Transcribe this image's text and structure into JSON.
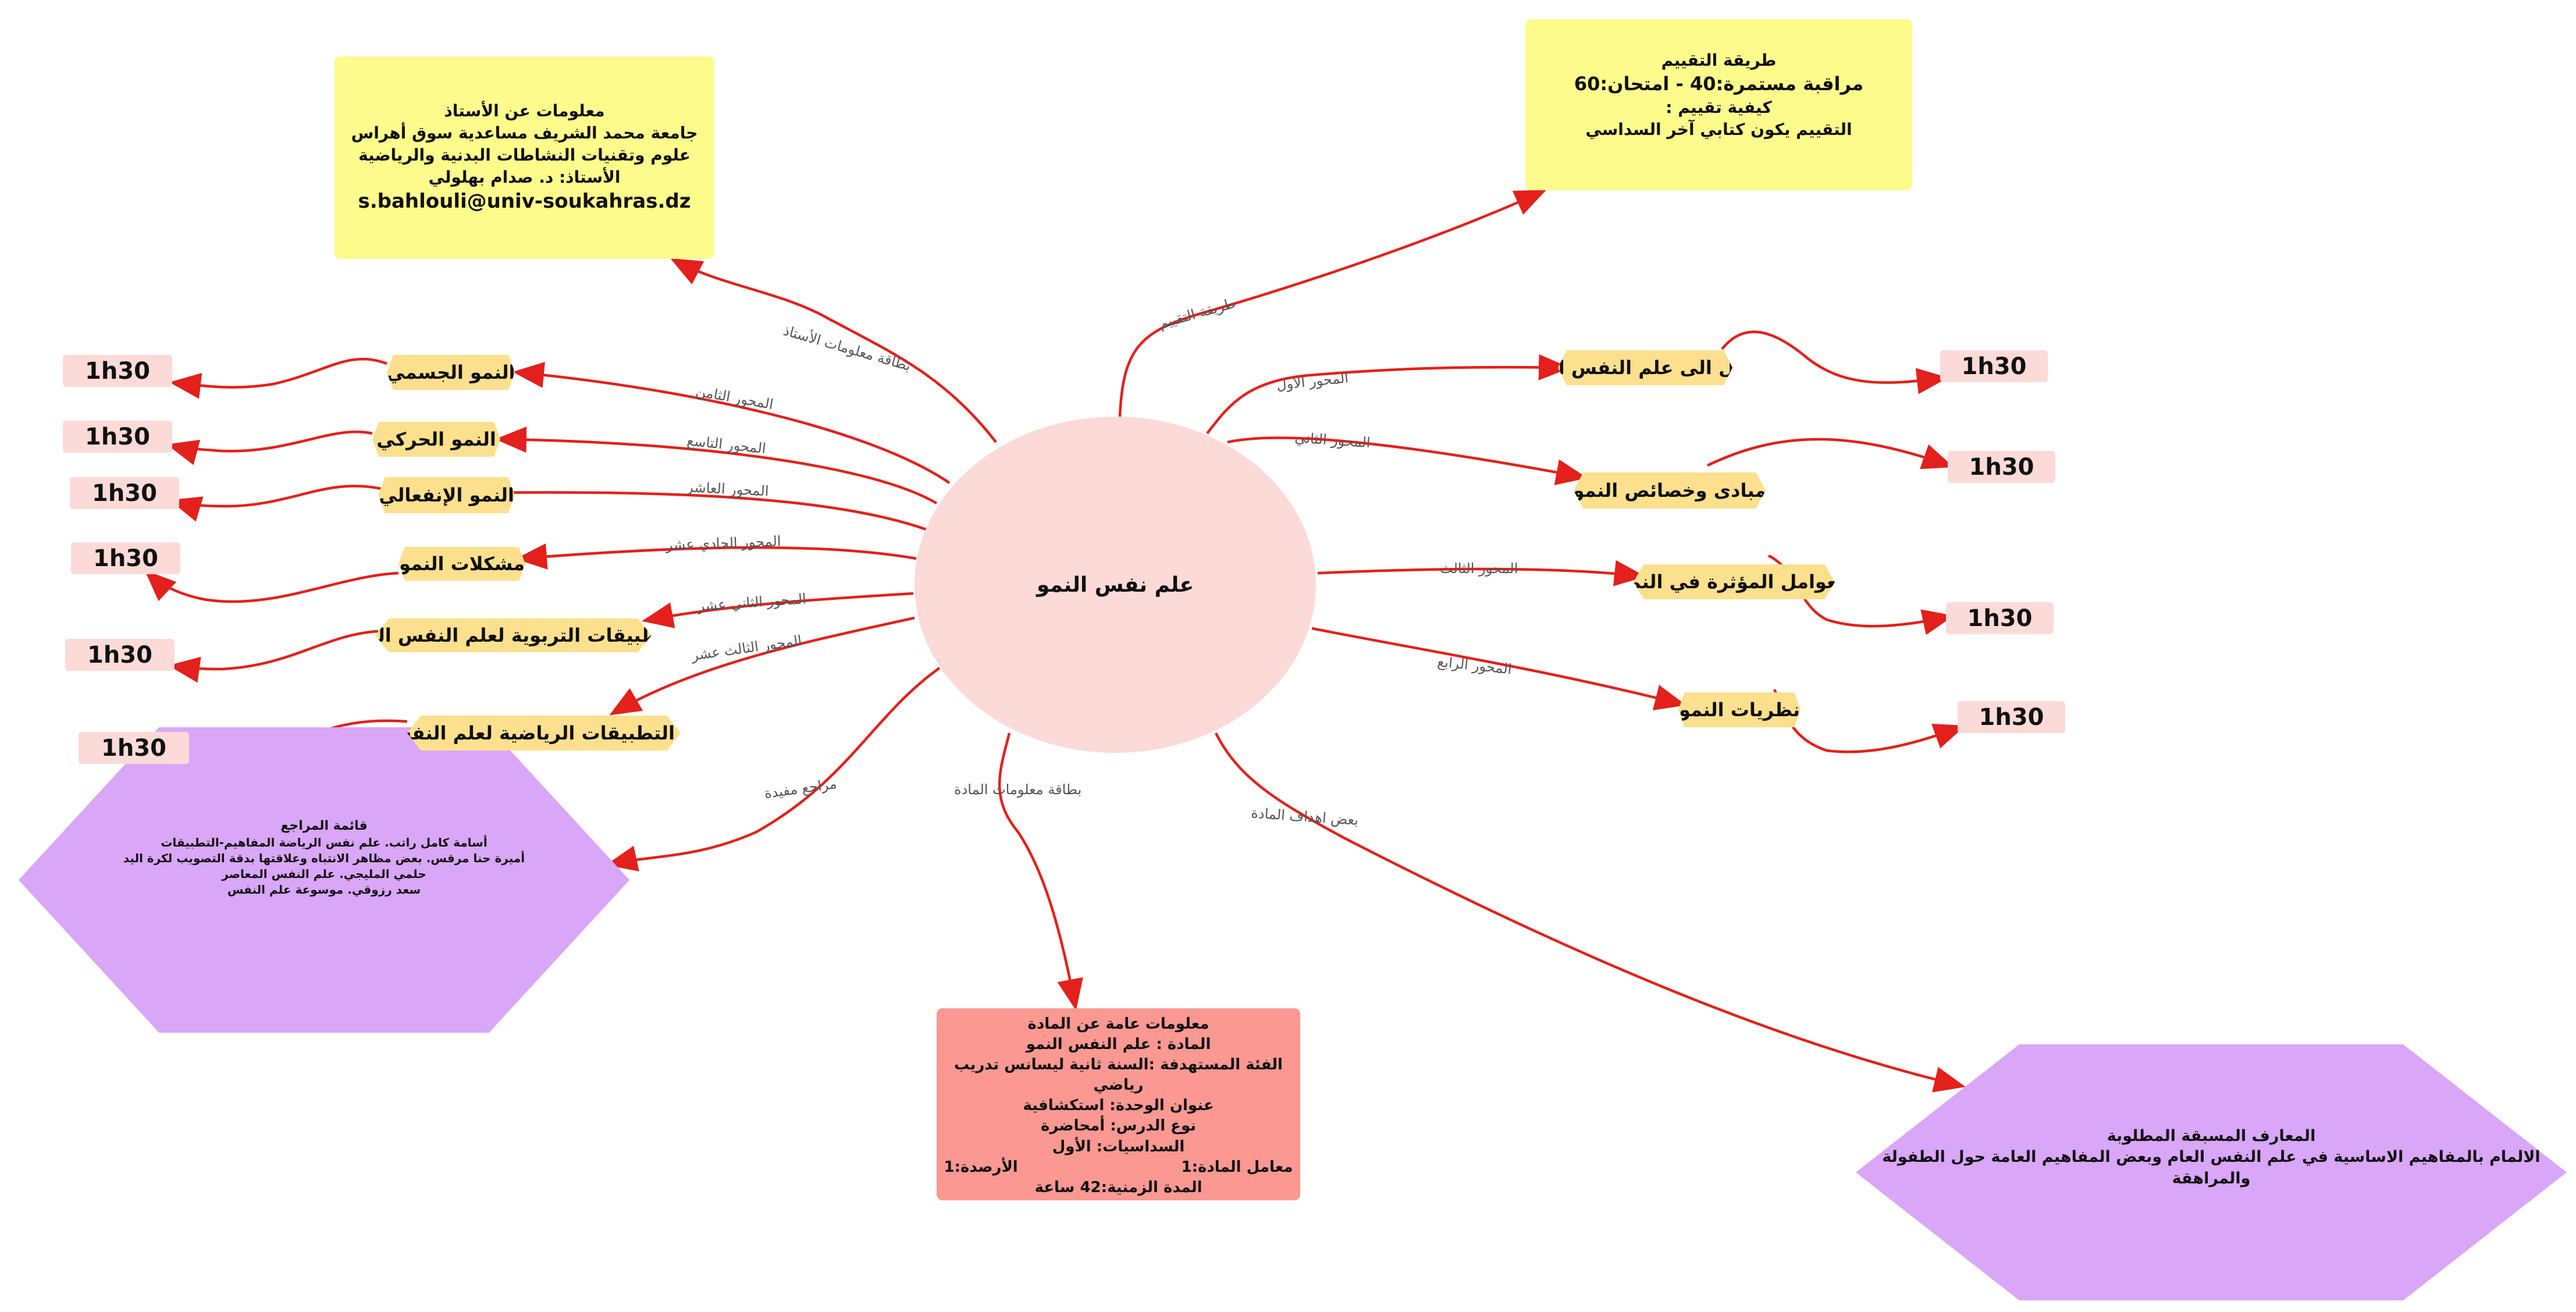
{
  "center": {
    "title": "علم نفس النمو"
  },
  "info_teacher": {
    "lines": [
      "معلومات عن الأستاذ",
      "جامعة محمد الشريف مساعدية سوق أهراس",
      "علوم وتقنيات النشاطات البدنية والرياضية",
      "الأستاذ:  د. صدام بهلولي",
      "s.bahlouli@univ-soukahras.dz"
    ]
  },
  "evaluation": {
    "lines": [
      "طريقة التقييم",
      "مراقبة مستمرة:40 - امتحان:60",
      "كيفية تقييم :",
      "التقييم يكون كتابي آخر السداسي"
    ]
  },
  "course_info": {
    "lines": [
      "معلومات عامة عن المادة",
      "المادة : علم النفس النمو",
      "الفئة المستهدفة :السنة ثانية ليسانس تدريب رياضي",
      "عنوان الوحدة: استكشافية",
      "نوع الدرس: أمحاضرة",
      "السداسيات: الأول"
    ],
    "coef": "معامل المادة:1",
    "credits": "الأرصدة:1",
    "duration": "المدة الزمنية:42 ساعة"
  },
  "references": {
    "lines": [
      "قائمة المراجع",
      "أسامة كامل راتب. علم نفس الرياضة المفاهيم-التطبيقات",
      "أميرة حنا مرقس. بعض مظاهر الانتباه وعلاقتها بدقة التصويب لكرة اليد",
      "حلمي المليجي. علم النفس المعاصر",
      "سعد رزوقي. موسوعة علم النفس"
    ]
  },
  "prerequisites": {
    "lines": [
      "المعارف المسبقة المطلوبة",
      "الالمام بالمفاهيم الاساسية في علم النفس العام وبعض المفاهيم العامة حول الطفولة والمراهقة"
    ]
  },
  "topics": {
    "t1": "مدخل الى علم النفس النمو",
    "t2": "مبادى وخصائص النمو",
    "t3": "العوامل المؤثرة في النمو",
    "t4": "نظريات النمو",
    "t8": "النمو الجسمي",
    "t9": "النمو الحركي",
    "t10": "النمو الإنفعالي",
    "t11": "مشكلات النمو",
    "t12": "التطبيقات التربوية لعلم النفس النمو",
    "t13": "التطبيقات الرياضية لعلم النفس النمو"
  },
  "durations": [
    "1h30",
    "1h30",
    "1h30",
    "1h30",
    "1h30",
    "1h30",
    "1h30",
    "1h30",
    "1h30",
    "1h30"
  ],
  "edge_labels": {
    "teacher": "بطاقة معلومات الأستاذ",
    "evaluation": "طريقة التقييم",
    "axis1": "المحور الاول",
    "axis2": "المحور الثاني",
    "axis3": "المحور الثالث",
    "axis4": "المحور الرابع",
    "axis8": "المحور الثامن",
    "axis9": "المحور التاسع",
    "axis10": "المحور العاشر",
    "axis11": "المحور الحادي عشر",
    "axis12": "المحور الثاني عشر",
    "axis13": "المحور الثالث عشر",
    "references": "مراجع مفيدة",
    "course": "بطاقة معلومات المادة",
    "goals": "بعض اهداف المادة"
  },
  "colors": {
    "edge": "#e3201b",
    "center": "#fcdad8",
    "note": "#fdfb8c",
    "topic": "#fde08e",
    "hex": "#d9a6f8",
    "course": "#fa9891"
  }
}
